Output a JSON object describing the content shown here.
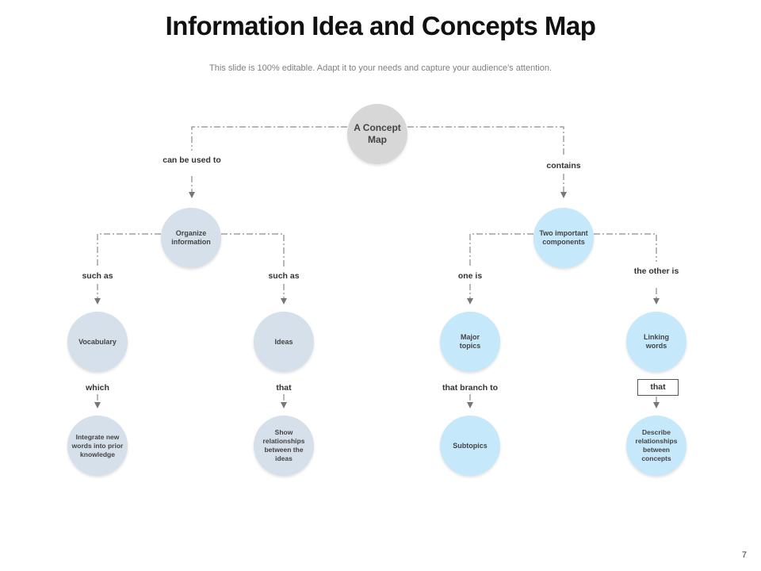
{
  "title": "Information Idea and Concepts Map",
  "subtitle": "This slide is 100% editable. Adapt it to your needs and capture your audience's attention.",
  "page_number": "7",
  "colors": {
    "root_node": "#d7d7d7",
    "left_branch": "#d6e0ea",
    "right_branch": "#c6e8fb",
    "connector": "#8a8a8a"
  },
  "nodes": {
    "root": "A Concept Map",
    "organize": "Organize information",
    "components": "Two important components",
    "vocabulary": "Vocabulary",
    "ideas": "Ideas",
    "major_topics": "Major topics",
    "linking_words": "Linking words",
    "integrate": "Integrate new words into prior knowledge",
    "show_relationships": "Show relationships between the ideas",
    "subtopics": "Subtopics",
    "describe_relationships": "Describe relationships between concepts"
  },
  "links": {
    "can_be_used_to": "can be used to",
    "contains": "contains",
    "such_as_left": "such as",
    "such_as_right": "such as",
    "one_is": "one is",
    "the_other_is": "the other is",
    "which": "which",
    "that_ideas": "that",
    "that_branch_to": "that branch to",
    "that_linking": "that"
  }
}
